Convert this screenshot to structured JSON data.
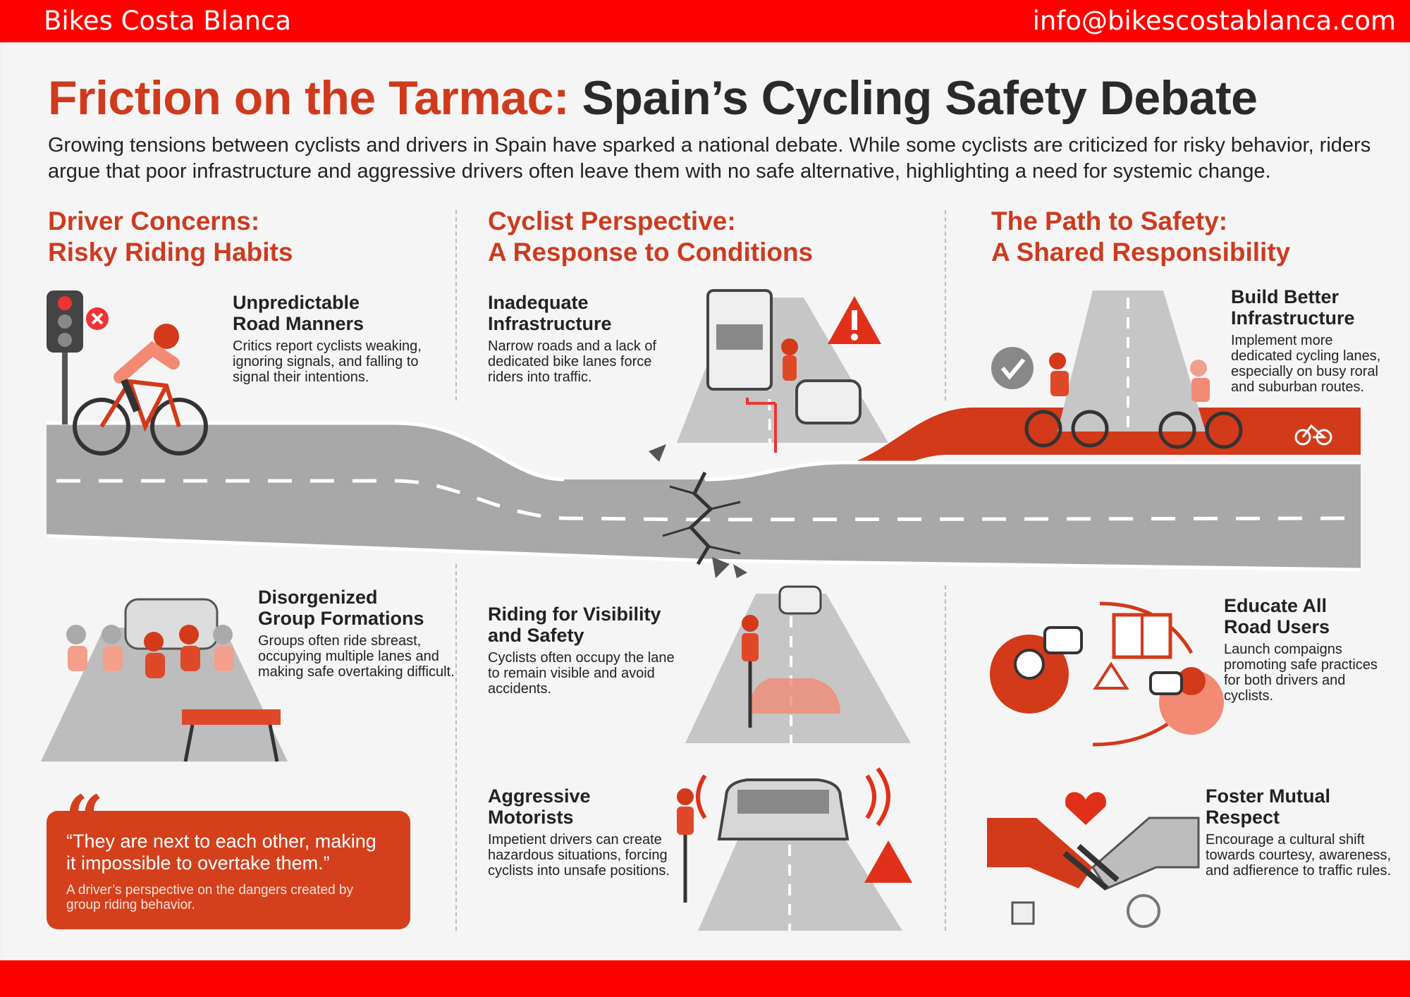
{
  "header": {
    "brand": "Bikes Costa Blanca",
    "email": "info@bikescostablanca.com"
  },
  "title": {
    "part1": "Friction on the Tarmac:",
    "part2": "Spain’s Cycling Safety Debate"
  },
  "intro": "Growing tensions between cyclists and drivers in Spain have sparked a national debate. While some cyclists are criticized for risky behavior, riders argue that poor infrastructure and aggressive drivers often leave them with no safe alternative, highlighting a need for systemic change.",
  "columns": [
    {
      "heading1": "Driver Concerns:",
      "heading2": "Risky Riding Habits",
      "items": [
        {
          "title1": "Unpredictable",
          "title2": "Road Manners",
          "text": "Critics report cyclists weaking, ignoring signals, and falling to signal their intentions."
        },
        {
          "title1": "Disorgenized",
          "title2": "Group Formations",
          "text": "Groups often ride sbreast, occupying multiple lanes and making safe overtaking difficult."
        }
      ]
    },
    {
      "heading1": "Cyclist Perspective:",
      "heading2": "A Response to Conditions",
      "items": [
        {
          "title1": "Inadequate",
          "title2": "Infrastructure",
          "text": "Narrow roads and a lack of dedicated bike lanes force riders into traffic."
        },
        {
          "title1": "Riding for Visibility",
          "title2": "and Safety",
          "text": "Cyclists often occupy the lane to remain visible and avoid accidents."
        },
        {
          "title1": "Aggressive",
          "title2": "Motorists",
          "text": "Impetient drivers can create hazardous situations, forcing cyclists into unsafe positions."
        }
      ]
    },
    {
      "heading1": "The Path to Safety:",
      "heading2": "A Shared Responsibility",
      "items": [
        {
          "title1": "Build Better",
          "title2": "Infrastructure",
          "text": "Implement more dedicated cycling lanes, especially on busy roral and suburban routes."
        },
        {
          "title1": "Educate All",
          "title2": "Road Users",
          "text": "Launch compaigns promoting safe practices for both drivers and cyclists."
        },
        {
          "title1": "Foster Mutual",
          "title2": "Respect",
          "text": "Encourage a cultural shift towards courtesy, awareness, and adfierence to traffic rules."
        }
      ]
    }
  ],
  "quote": {
    "mark": "“",
    "text": "“They are next to each other, making it impossible to overtake them.”",
    "caption": "A driver’s perspective on the dangers created by group riding behavior."
  },
  "colors": {
    "brand_red": "#ff0000",
    "accent_red": "#d03a1c",
    "road_grey": "#a8a8a8",
    "dark_text": "#2a2a2a"
  },
  "icons": [
    "traffic-light-icon",
    "cyclist-icon",
    "truck-icon",
    "warning-icon",
    "car-icon",
    "check-icon",
    "bike-lane-icon",
    "speech-bubble-icon",
    "book-icon",
    "road-sign-icon",
    "handshake-icon",
    "heart-icon",
    "thumbs-up-icon",
    "steering-wheel-icon"
  ]
}
